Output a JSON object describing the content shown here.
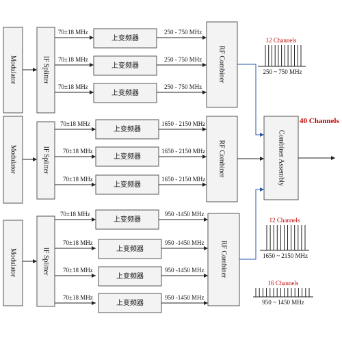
{
  "modulator_label": "Modulator",
  "splitter_label": "IF Splitter",
  "combiner_label": "RF Combiner",
  "assembly_label": "Combiner Assembly",
  "upconverter_label": "上变频器",
  "output_label": "40 Channels",
  "groups": [
    {
      "if_labels": [
        "70±18 MHz",
        "70±18 MHz",
        "70±18 MHz"
      ],
      "rf_labels": [
        "250 - 750 MHz",
        "250 - 750 MHz",
        "250 - 750 MHz"
      ]
    },
    {
      "if_labels": [
        "70±18 MHz",
        "70±18 MHz",
        "70±18 MHz"
      ],
      "rf_labels": [
        "1650 - 2150 MHz",
        "1650 - 2150 MHz",
        "1650 - 2150 MHz"
      ]
    },
    {
      "if_labels": [
        "70±18 MHz",
        "70±18 MHz",
        "70±18 MHz",
        "70±18 MHz"
      ],
      "rf_labels": [
        "950 -1450 MHz",
        "950 -1450 MHz",
        "950 -1450 MHz",
        "950 -1450 MHz"
      ]
    }
  ],
  "spectra": [
    {
      "channels_label": "12 Channels",
      "range_label": "250  ~  750 MHz",
      "line_count": 12
    },
    {
      "channels_label": "12 Channels",
      "range_label": "1650  ~  2150 MHz",
      "line_count": 12
    },
    {
      "channels_label": "16 Channels",
      "range_label": "950  ~  1450 MHz",
      "line_count": 16
    }
  ]
}
